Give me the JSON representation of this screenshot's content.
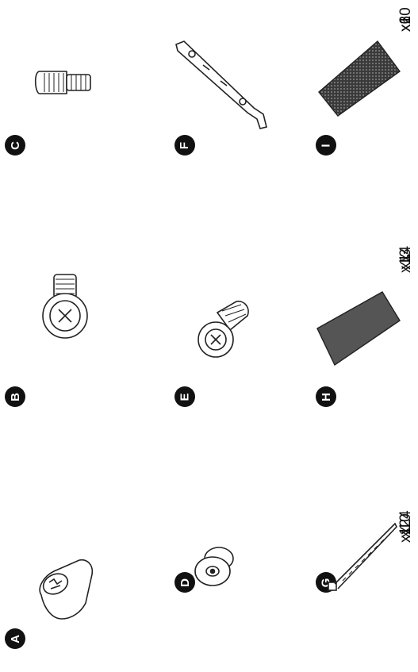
{
  "parts": [
    {
      "letter": "A",
      "qty": "x1",
      "icon": "cam-lock-icon"
    },
    {
      "letter": "B",
      "qty": "x13",
      "icon": "screw-icon"
    },
    {
      "letter": "C",
      "qty": "x20",
      "icon": "threaded-dowel-icon"
    },
    {
      "letter": "D",
      "qty": "x24",
      "icon": "cap-icon"
    },
    {
      "letter": "E",
      "qty": "x4",
      "icon": "bolt-icon"
    },
    {
      "letter": "F",
      "qty": "x6",
      "icon": "bracket-icon"
    },
    {
      "letter": "G",
      "qty": "x10",
      "icon": "cable-tie-icon"
    },
    {
      "letter": "H",
      "qty": "x1",
      "icon": "felt-pad-icon"
    },
    {
      "letter": "I",
      "qty": "x1",
      "icon": "velcro-pad-icon"
    }
  ]
}
